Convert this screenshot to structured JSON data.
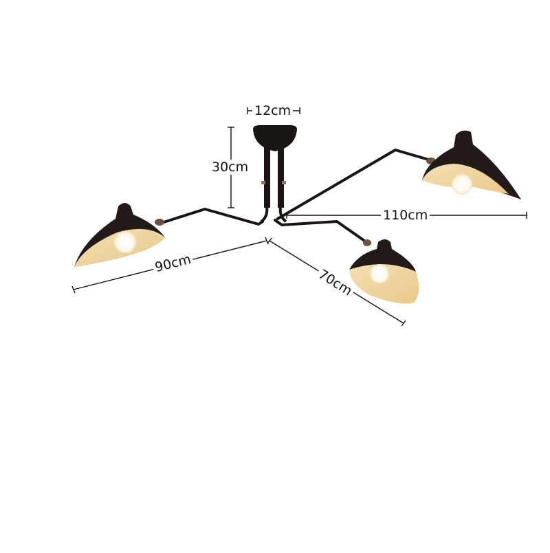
{
  "product": {
    "subject": "three-arm ceiling spider lamp",
    "colors": {
      "background": "#ffffff",
      "metal": "#1a1412",
      "shade_outer": "#221a17",
      "shade_inner": "#f3ddb0",
      "bulb": "#fffaf0",
      "joint": "#6b5140",
      "dimension_line": "#111111"
    }
  },
  "dimensions": {
    "canopy_width": "12cm",
    "drop_height": "30cm",
    "arm_right": "110cm",
    "arm_left": "90cm",
    "arm_front": "70cm"
  }
}
